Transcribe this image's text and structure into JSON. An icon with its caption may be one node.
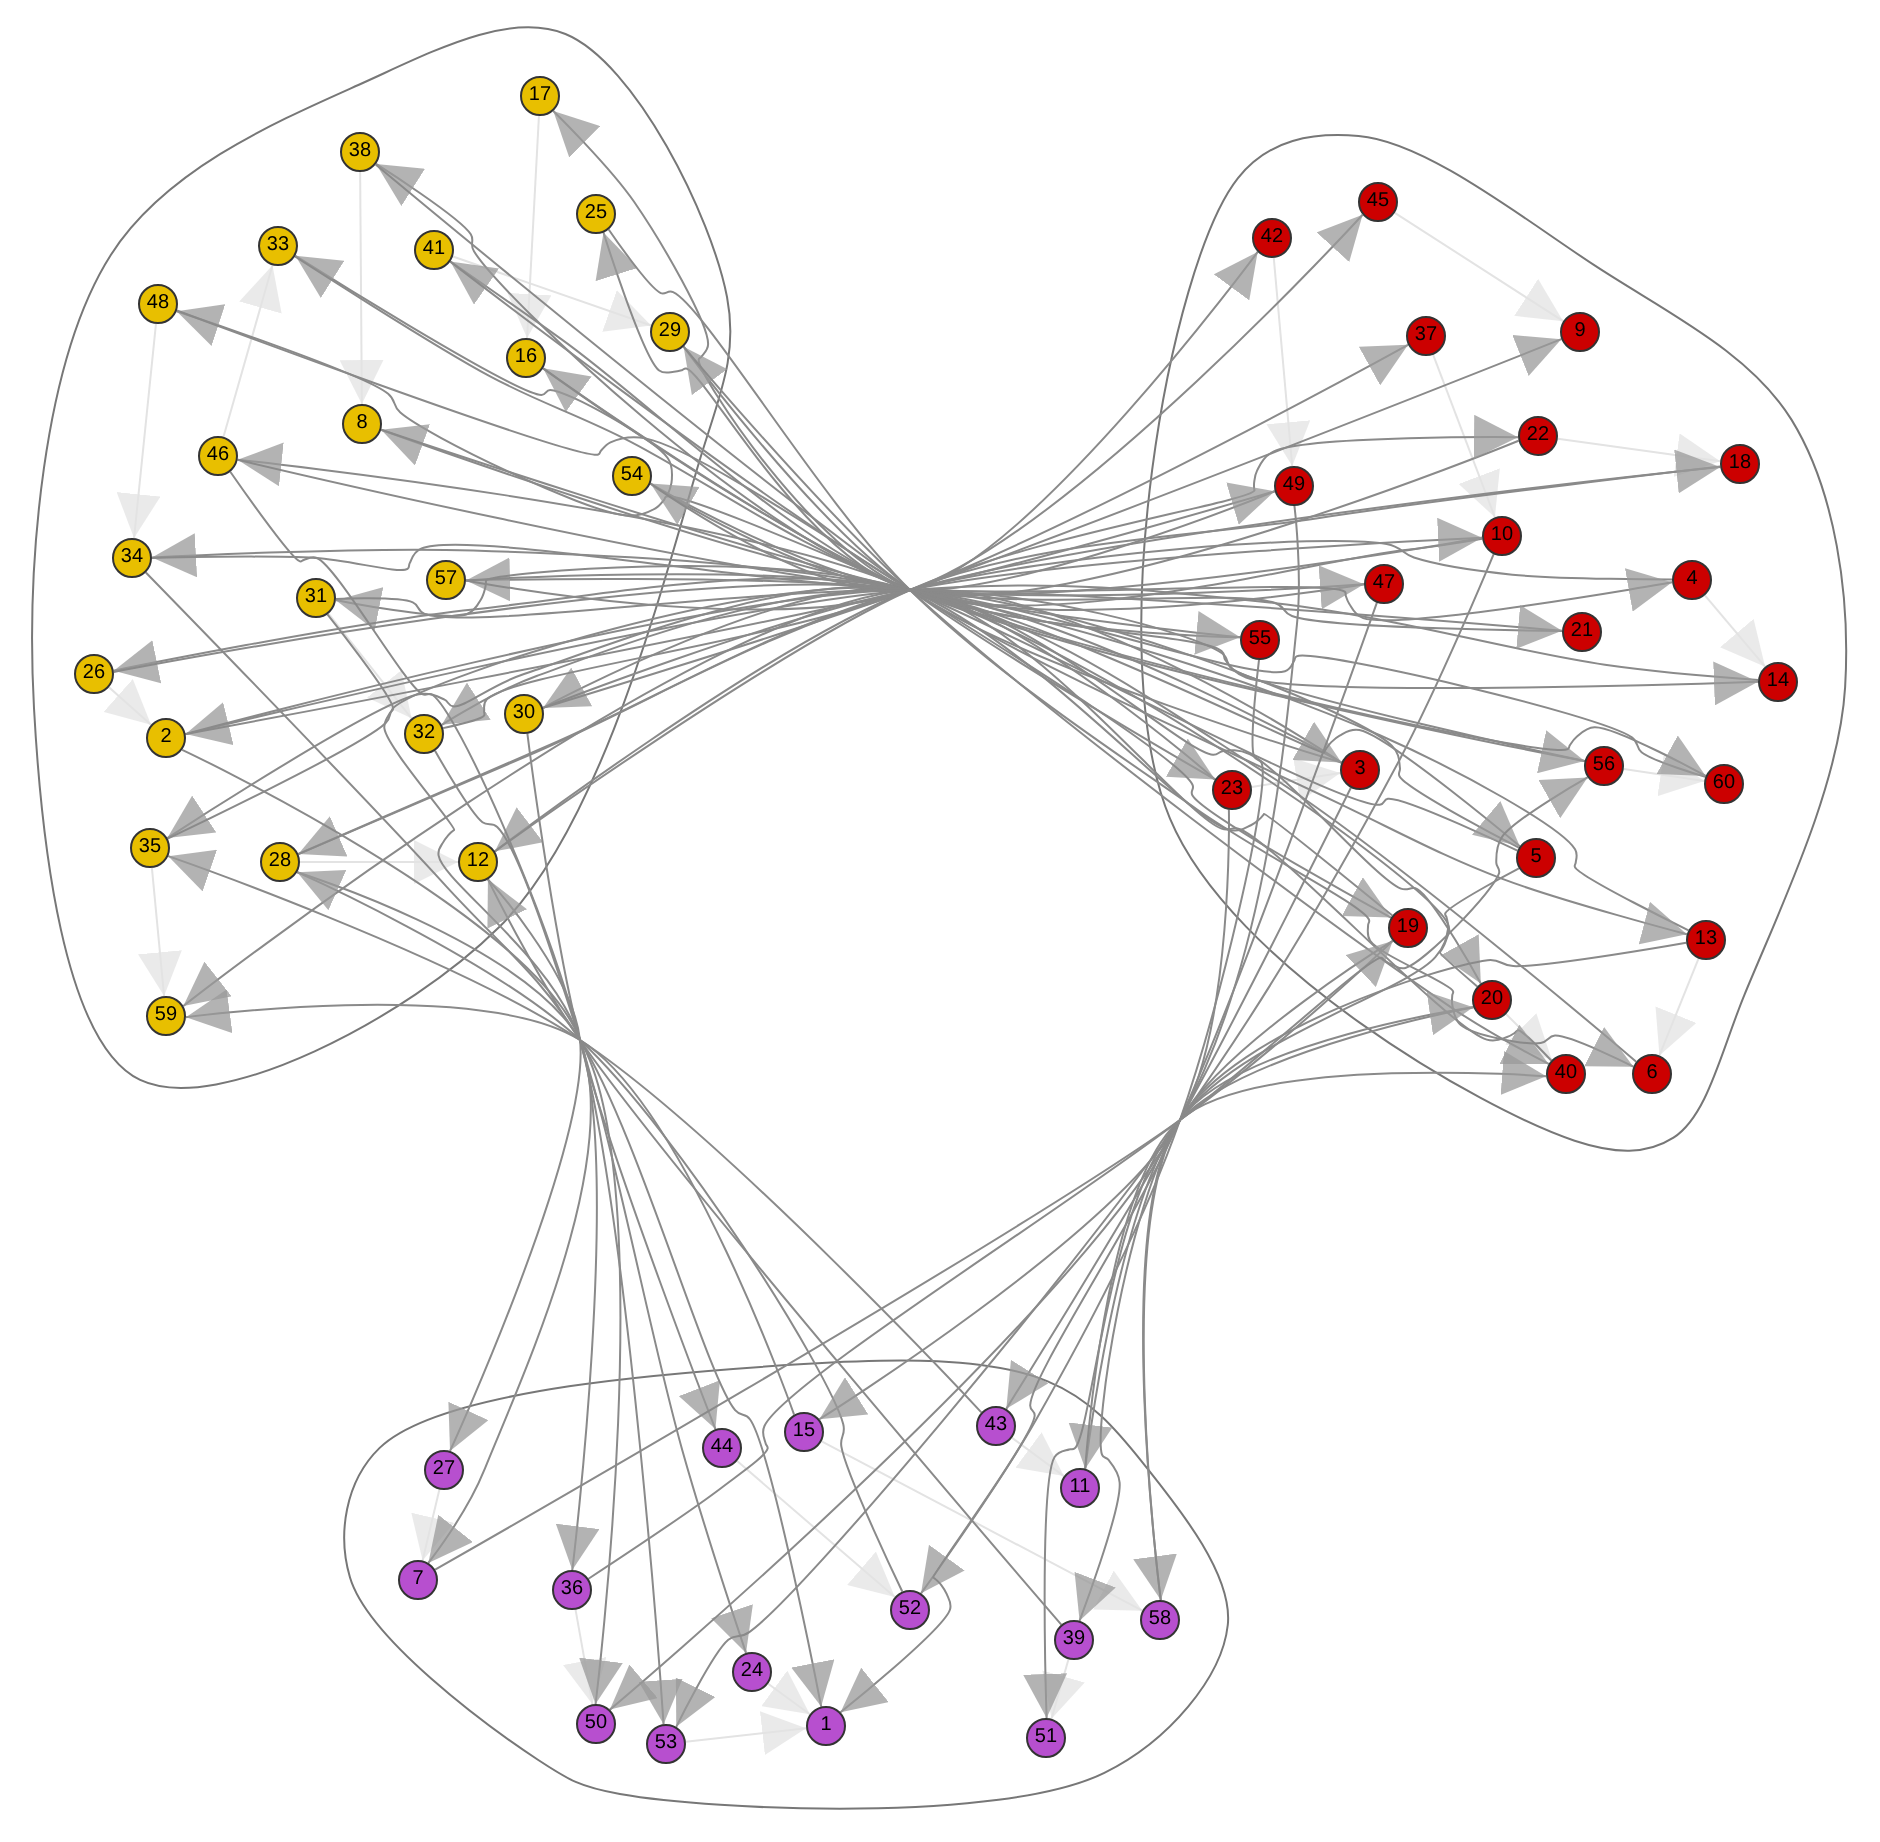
{
  "diagram": {
    "nodes": [
      {
        "text": [],
        "shape": "blob"
      },
      {
        "text": [],
        "shape": "blob"
      },
      {
        "text": [],
        "shape": "blob"
      },
      {
        "text": [
          "17"
        ],
        "in": 0
      },
      {
        "text": [
          "38"
        ],
        "in": 0
      },
      {
        "text": [
          "25"
        ],
        "in": 0
      },
      {
        "text": [
          "41"
        ],
        "in": 0
      },
      {
        "text": [
          "33"
        ],
        "in": 0
      },
      {
        "text": [
          "48"
        ],
        "in": 0
      },
      {
        "text": [
          "29"
        ],
        "in": 0
      },
      {
        "text": [
          "16"
        ],
        "in": 0
      },
      {
        "text": [
          "8"
        ],
        "in": 0
      },
      {
        "text": [
          "46"
        ],
        "in": 0
      },
      {
        "text": [
          "54"
        ],
        "in": 0
      },
      {
        "text": [
          "34"
        ],
        "in": 0
      },
      {
        "text": [
          "57"
        ],
        "in": 0
      },
      {
        "text": [
          "31"
        ],
        "in": 0
      },
      {
        "text": [
          "26"
        ],
        "in": 0
      },
      {
        "text": [
          "30"
        ],
        "in": 0
      },
      {
        "text": [
          "32"
        ],
        "in": 0
      },
      {
        "text": [
          "2"
        ],
        "in": 0
      },
      {
        "text": [
          "35"
        ],
        "in": 0
      },
      {
        "text": [
          "28"
        ],
        "in": 0
      },
      {
        "text": [
          "12"
        ],
        "in": 0
      },
      {
        "text": [
          "59"
        ],
        "in": 0
      },
      {
        "text": [
          "45"
        ],
        "in": 1
      },
      {
        "text": [
          "42"
        ],
        "in": 1
      },
      {
        "text": [
          "37"
        ],
        "in": 1
      },
      {
        "text": [
          "9"
        ],
        "in": 1
      },
      {
        "text": [
          "22"
        ],
        "in": 1
      },
      {
        "text": [
          "18"
        ],
        "in": 1
      },
      {
        "text": [
          "49"
        ],
        "in": 1
      },
      {
        "text": [
          "10"
        ],
        "in": 1
      },
      {
        "text": [
          "47"
        ],
        "in": 1
      },
      {
        "text": [
          "4"
        ],
        "in": 1
      },
      {
        "text": [
          "21"
        ],
        "in": 1
      },
      {
        "text": [
          "55"
        ],
        "in": 1
      },
      {
        "text": [
          "14"
        ],
        "in": 1
      },
      {
        "text": [
          "3"
        ],
        "in": 1
      },
      {
        "text": [
          "56"
        ],
        "in": 1
      },
      {
        "text": [
          "60"
        ],
        "in": 1
      },
      {
        "text": [
          "23"
        ],
        "in": 1
      },
      {
        "text": [
          "5"
        ],
        "in": 1
      },
      {
        "text": [
          "19"
        ],
        "in": 1
      },
      {
        "text": [
          "13"
        ],
        "in": 1
      },
      {
        "text": [
          "20"
        ],
        "in": 1
      },
      {
        "text": [
          "40"
        ],
        "in": 1
      },
      {
        "text": [
          "6"
        ],
        "in": 1
      },
      {
        "text": [
          "27"
        ],
        "in": 2
      },
      {
        "text": [
          "44"
        ],
        "in": 2
      },
      {
        "text": [
          "15"
        ],
        "in": 2
      },
      {
        "text": [
          "43"
        ],
        "in": 2
      },
      {
        "text": [
          "11"
        ],
        "in": 2
      },
      {
        "text": [
          "7"
        ],
        "in": 2
      },
      {
        "text": [
          "36"
        ],
        "in": 2
      },
      {
        "text": [
          "52"
        ],
        "in": 2
      },
      {
        "text": [
          "39"
        ],
        "in": 2
      },
      {
        "text": [
          "58"
        ],
        "in": 2
      },
      {
        "text": [
          "24"
        ],
        "in": 2
      },
      {
        "text": [
          "50"
        ],
        "in": 2
      },
      {
        "text": [
          "53"
        ],
        "in": 2
      },
      {
        "text": [
          "1"
        ],
        "in": 2
      },
      {
        "text": [
          "51"
        ],
        "in": 2
      }
    ],
    "edges": [
      {
        "from": 32,
        "to": 3,
        "arrow": "to"
      },
      {
        "from": 33,
        "to": 4,
        "arrow": "to"
      },
      {
        "from": 29,
        "to": 5,
        "arrow": "to"
      },
      {
        "from": 36,
        "to": 6,
        "arrow": "to"
      },
      {
        "from": 31,
        "to": 7,
        "arrow": "to"
      },
      {
        "from": 42,
        "to": 8,
        "arrow": "to"
      },
      {
        "from": 38,
        "to": 9,
        "arrow": "to"
      },
      {
        "from": 39,
        "to": 10,
        "arrow": "to"
      },
      {
        "from": 35,
        "to": 11,
        "arrow": "to"
      },
      {
        "from": 43,
        "to": 12,
        "arrow": "to"
      },
      {
        "from": 32,
        "to": 13,
        "arrow": "to"
      },
      {
        "from": 44,
        "to": 14,
        "arrow": "to"
      },
      {
        "from": 40,
        "to": 15,
        "arrow": "to"
      },
      {
        "from": 45,
        "to": 16,
        "arrow": "to"
      },
      {
        "from": 47,
        "to": 17,
        "arrow": "to"
      },
      {
        "from": 46,
        "to": 18,
        "arrow": "to"
      },
      {
        "from": 42,
        "to": 19,
        "arrow": "to"
      },
      {
        "from": 37,
        "to": 20,
        "arrow": "to"
      },
      {
        "from": 41,
        "to": 21,
        "arrow": "to"
      },
      {
        "from": 34,
        "to": 22,
        "arrow": "to"
      },
      {
        "from": 30,
        "to": 23,
        "arrow": "to"
      },
      {
        "from": 38,
        "to": 24,
        "arrow": "to"
      },
      {
        "from": 15,
        "to": 25,
        "arrow": "to"
      },
      {
        "from": 13,
        "to": 26,
        "arrow": "to"
      },
      {
        "from": 19,
        "to": 27,
        "arrow": "to"
      },
      {
        "from": 18,
        "to": 28,
        "arrow": "to"
      },
      {
        "from": 23,
        "to": 29,
        "arrow": "to"
      },
      {
        "from": 22,
        "to": 30,
        "arrow": "to"
      },
      {
        "from": 20,
        "to": 31,
        "arrow": "to"
      },
      {
        "from": 18,
        "to": 32,
        "arrow": "to"
      },
      {
        "from": 12,
        "to": 33,
        "arrow": "to"
      },
      {
        "from": 14,
        "to": 34,
        "arrow": "to"
      },
      {
        "from": 16,
        "to": 35,
        "arrow": "to"
      },
      {
        "from": 11,
        "to": 36,
        "arrow": "to"
      },
      {
        "from": 10,
        "to": 37,
        "arrow": "to"
      },
      {
        "from": 17,
        "to": 38,
        "arrow": "to"
      },
      {
        "from": 20,
        "to": 39,
        "arrow": "to"
      },
      {
        "from": 7,
        "to": 40,
        "arrow": "to"
      },
      {
        "from": 4,
        "to": 41,
        "arrow": "to"
      },
      {
        "from": 15,
        "to": 42,
        "arrow": "to"
      },
      {
        "from": 8,
        "to": 43,
        "arrow": "to"
      },
      {
        "from": 6,
        "to": 44,
        "arrow": "to"
      },
      {
        "from": 21,
        "to": 45,
        "arrow": "to"
      },
      {
        "from": 9,
        "to": 46,
        "arrow": "to"
      },
      {
        "from": 5,
        "to": 47,
        "arrow": "to"
      },
      {
        "from": 23,
        "to": 48,
        "arrow": "to"
      },
      {
        "from": 18,
        "to": 49,
        "arrow": "to"
      },
      {
        "from": 16,
        "to": 54,
        "arrow": "to"
      },
      {
        "from": 19,
        "to": 58,
        "arrow": "to"
      },
      {
        "from": 22,
        "to": 59,
        "arrow": "to"
      },
      {
        "from": 12,
        "to": 60,
        "arrow": "to"
      },
      {
        "from": 14,
        "to": 61,
        "arrow": "to"
      },
      {
        "from": 20,
        "to": 53,
        "arrow": "to"
      },
      {
        "from": 50,
        "to": 24,
        "arrow": "to"
      },
      {
        "from": 51,
        "to": 21,
        "arrow": "to"
      },
      {
        "from": 55,
        "to": 22,
        "arrow": "to"
      },
      {
        "from": 56,
        "to": 23,
        "arrow": "to"
      },
      {
        "from": 41,
        "to": 50,
        "arrow": "to"
      },
      {
        "from": 38,
        "to": 51,
        "arrow": "to"
      },
      {
        "from": 42,
        "to": 52,
        "arrow": "to"
      },
      {
        "from": 43,
        "to": 56,
        "arrow": "to"
      },
      {
        "from": 44,
        "to": 57,
        "arrow": "to"
      },
      {
        "from": 45,
        "to": 62,
        "arrow": "to"
      },
      {
        "from": 36,
        "to": 55,
        "arrow": "to"
      },
      {
        "from": 33,
        "to": 61,
        "arrow": "to"
      },
      {
        "from": 32,
        "to": 60,
        "arrow": "to"
      },
      {
        "from": 31,
        "to": 59,
        "arrow": "to"
      },
      {
        "from": 53,
        "to": 43,
        "arrow": "to"
      },
      {
        "from": 57,
        "to": 45,
        "arrow": "to"
      },
      {
        "from": 54,
        "to": 39,
        "arrow": "to"
      },
      {
        "from": 52,
        "to": 46,
        "arrow": "to"
      },
      {
        "from": 3,
        "to": 10,
        "arrow": "to",
        "color": "#e3e3e3"
      },
      {
        "from": 4,
        "to": 11,
        "arrow": "to",
        "color": "#e3e3e3"
      },
      {
        "from": 8,
        "to": 14,
        "arrow": "to",
        "color": "#e3e3e3"
      },
      {
        "from": 17,
        "to": 20,
        "arrow": "to",
        "color": "#e3e3e3"
      },
      {
        "from": 21,
        "to": 24,
        "arrow": "to",
        "color": "#e3e3e3"
      },
      {
        "from": 16,
        "to": 19,
        "arrow": "to",
        "color": "#e3e3e3"
      },
      {
        "from": 6,
        "to": 9,
        "arrow": "to",
        "color": "#e3e3e3"
      },
      {
        "from": 12,
        "to": 7,
        "arrow": "to",
        "color": "#e3e3e3"
      },
      {
        "from": 22,
        "to": 23,
        "arrow": "to",
        "color": "#e3e3e3"
      },
      {
        "from": 25,
        "to": 28,
        "arrow": "to",
        "color": "#e3e3e3"
      },
      {
        "from": 26,
        "to": 31,
        "arrow": "to",
        "color": "#e3e3e3"
      },
      {
        "from": 29,
        "to": 30,
        "arrow": "to",
        "color": "#e3e3e3"
      },
      {
        "from": 34,
        "to": 37,
        "arrow": "to",
        "color": "#e3e3e3"
      },
      {
        "from": 39,
        "to": 40,
        "arrow": "to",
        "color": "#e3e3e3"
      },
      {
        "from": 41,
        "to": 38,
        "arrow": "to",
        "color": "#e3e3e3"
      },
      {
        "from": 44,
        "to": 47,
        "arrow": "to",
        "color": "#e3e3e3"
      },
      {
        "from": 45,
        "to": 46,
        "arrow": "to",
        "color": "#e3e3e3"
      },
      {
        "from": 27,
        "to": 32,
        "arrow": "to",
        "color": "#e3e3e3"
      },
      {
        "from": 48,
        "to": 53,
        "arrow": "to",
        "color": "#e3e3e3"
      },
      {
        "from": 49,
        "to": 55,
        "arrow": "to",
        "color": "#e3e3e3"
      },
      {
        "from": 51,
        "to": 52,
        "arrow": "to",
        "color": "#e3e3e3"
      },
      {
        "from": 54,
        "to": 59,
        "arrow": "to",
        "color": "#e3e3e3"
      },
      {
        "from": 58,
        "to": 61,
        "arrow": "to",
        "color": "#e3e3e3"
      },
      {
        "from": 56,
        "to": 62,
        "arrow": "to",
        "color": "#e3e3e3"
      },
      {
        "from": 60,
        "to": 61,
        "arrow": "to",
        "color": "#e3e3e3"
      },
      {
        "from": 50,
        "to": 57,
        "arrow": "to",
        "color": "#e3e3e3"
      }
    ]
  }
}
